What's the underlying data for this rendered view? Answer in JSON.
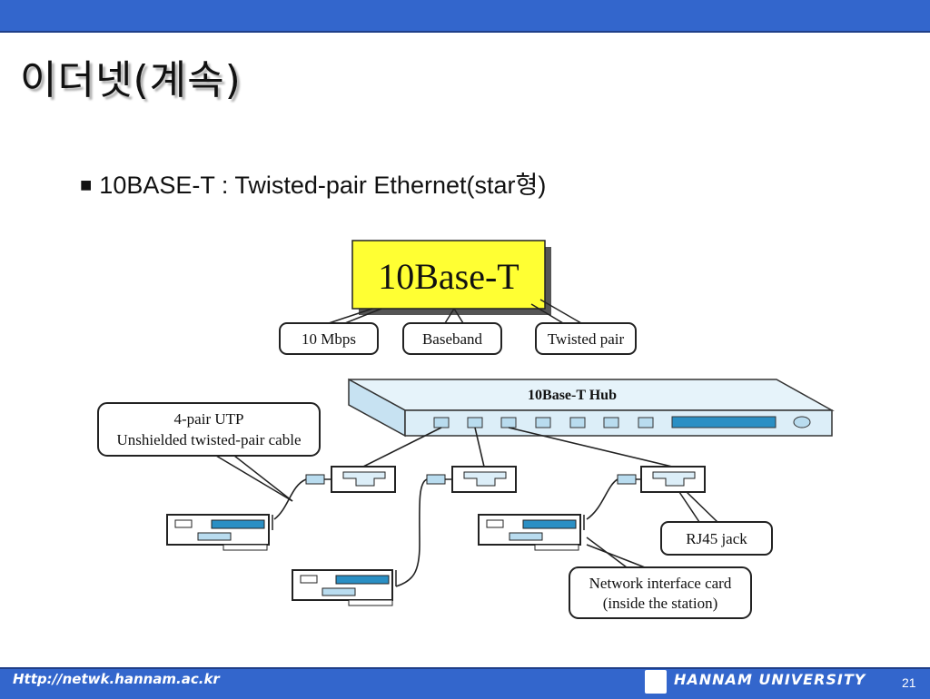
{
  "slide": {
    "title": "이더넷(계속)",
    "bullet_text": "10BASE-T : Twisted-pair Ethernet(star형)",
    "bullet_marker": "■"
  },
  "diagram": {
    "main_label": "10Base-T",
    "sub_labels": [
      "10 Mbps",
      "Baseband",
      "Twisted pair"
    ],
    "hub_label": "10Base-T Hub",
    "callout_cable_line1": "4-pair UTP",
    "callout_cable_line2": "Unshielded twisted-pair cable",
    "callout_jack": "RJ45 jack",
    "callout_nic_line1": "Network interface card",
    "callout_nic_line2": "(inside the station)"
  },
  "footer": {
    "url": "Http://netwk.hannam.ac.kr",
    "university": "HANNAM UNIVERSITY",
    "page": "21"
  },
  "colors": {
    "bar": "#3366cc",
    "label_yellow": "#ffff33",
    "hub_fill": "#dceef8",
    "accent_blue": "#2a8fc4",
    "light_blue": "#b9dcef"
  }
}
